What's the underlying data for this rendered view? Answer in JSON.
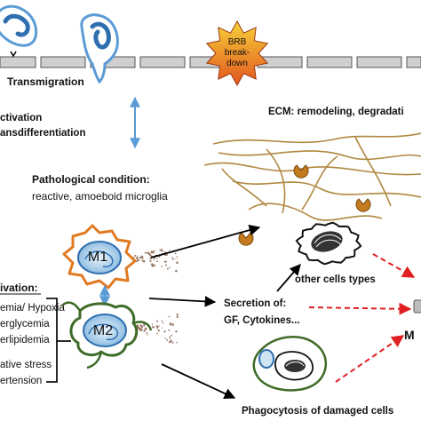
{
  "barrier": {
    "transmigration": "Transmigration",
    "brb": [
      "BRB",
      "break-",
      "down"
    ]
  },
  "activation_top": [
    "ctivation",
    "ansdifferentiation"
  ],
  "ecm": "ECM: remodeling, degradati",
  "pathology": {
    "title": "Pathological condition:",
    "subtitle": "reactive, amoeboid microglia"
  },
  "m1_label": "M1",
  "m2_label": "M2",
  "activation_left": [
    "ivation:",
    "emia/ Hypoxia",
    "erglycemia",
    "erlipidemia",
    "ative stress",
    "ertension"
  ],
  "secretion": [
    "Secretion of:",
    "GF, Cytokines..."
  ],
  "other_cells": "other cells types",
  "edge_label": "M",
  "phagocytosis": "Phagocytosis of damaged cells",
  "colors": {
    "membrane_fill": "#cfcfcf",
    "membrane_stroke": "#555555",
    "brb_top": "#f7d23a",
    "brb_bottom": "#e2541e",
    "m1": "#e07a22",
    "m2": "#3e6b28",
    "blue_arrow": "#5b9bd5",
    "red_arrow": "#e02020",
    "fiber": "#b0873f"
  }
}
